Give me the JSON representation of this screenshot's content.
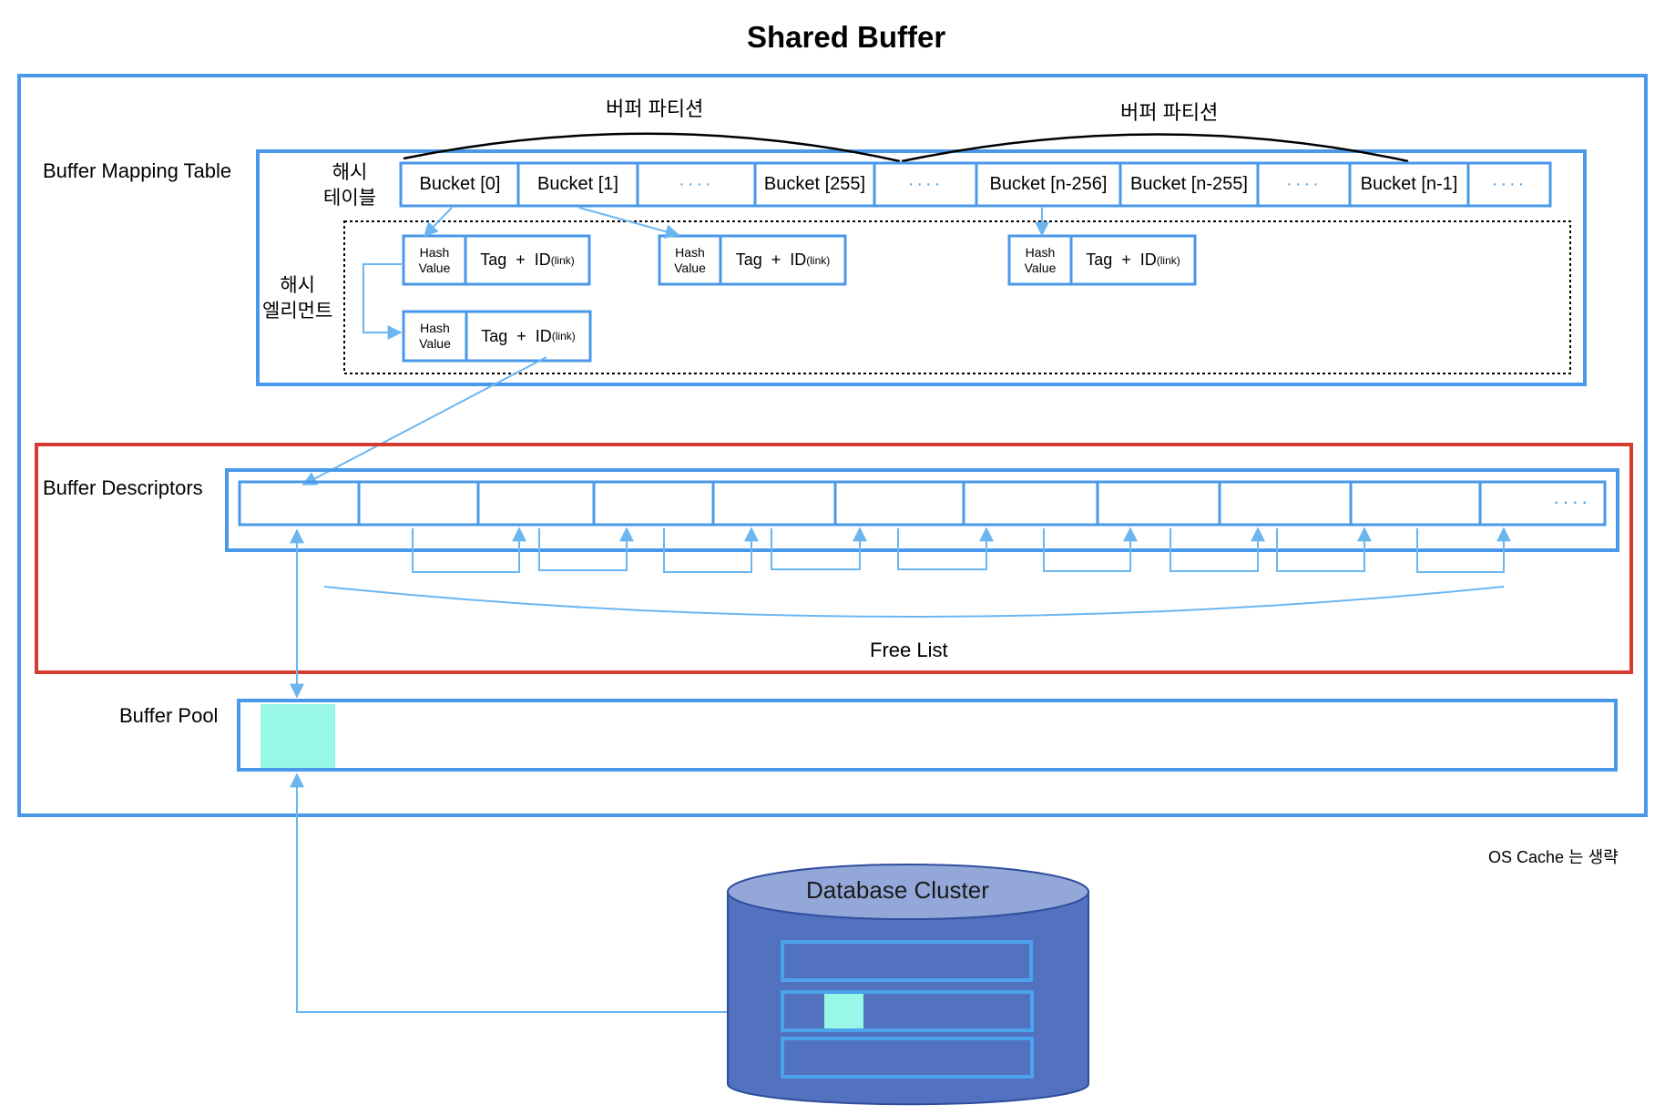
{
  "title": "Shared Buffer",
  "partitions": [
    "버퍼 파티션",
    "버퍼 파티션"
  ],
  "mapping": {
    "label": "Buffer Mapping Table",
    "hash_table_label": "해시\n테이블",
    "hash_element_label": "해시\n엘리먼트",
    "buckets": [
      "Bucket [0]",
      "Bucket [1]",
      "····",
      "Bucket [255]",
      "····",
      "Bucket [n-256]",
      "Bucket [n-255]",
      "····",
      "Bucket [n-1]",
      "····"
    ],
    "elements": [
      {
        "hash": "Hash\nValue",
        "tag": "Tag  +  ID",
        "sub": "(link)"
      },
      {
        "hash": "Hash\nValue",
        "tag": "Tag  +  ID",
        "sub": "(link)"
      },
      {
        "hash": "Hash\nValue",
        "tag": "Tag  +  ID",
        "sub": "(link)"
      },
      {
        "hash": "Hash\nValue",
        "tag": "Tag  +  ID",
        "sub": "(link)"
      }
    ]
  },
  "descriptors": {
    "label": "Buffer Descriptors",
    "ellipsis": "····",
    "free_list": "Free List"
  },
  "pool": {
    "label": "Buffer Pool"
  },
  "note": "OS Cache 는 생략",
  "cluster": {
    "label": "Database Cluster"
  },
  "colors": {
    "blue": "#4a98ea",
    "light_blue": "#6cb6f0",
    "red": "#d63b30",
    "mint": "#99f7e8",
    "cyl_body": "#5272bf",
    "cyl_top": "#93a7d9"
  }
}
